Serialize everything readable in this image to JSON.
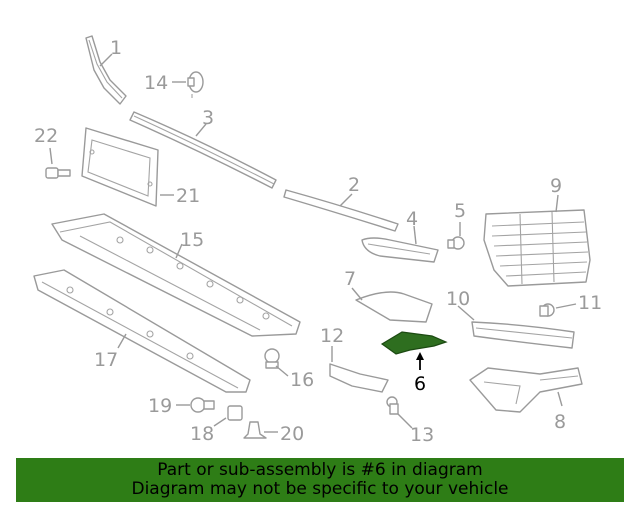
{
  "callouts": {
    "c1": "1",
    "c2": "2",
    "c3": "3",
    "c4": "4",
    "c5": "5",
    "c6": "6",
    "c7": "7",
    "c8": "8",
    "c9": "9",
    "c10": "10",
    "c11": "11",
    "c12": "12",
    "c13": "13",
    "c14": "14",
    "c15": "15",
    "c16": "16",
    "c17": "17",
    "c18": "18",
    "c19": "19",
    "c20": "20",
    "c21": "21",
    "c22": "22"
  },
  "highlighted_part": "6",
  "colors": {
    "highlight": "#2e6e1f",
    "banner": "#2e7d16",
    "line": "#9a9a9a"
  },
  "banner": {
    "line1": "Part or sub-assembly is #6 in diagram",
    "line2": "Diagram may not be specific to your vehicle"
  }
}
